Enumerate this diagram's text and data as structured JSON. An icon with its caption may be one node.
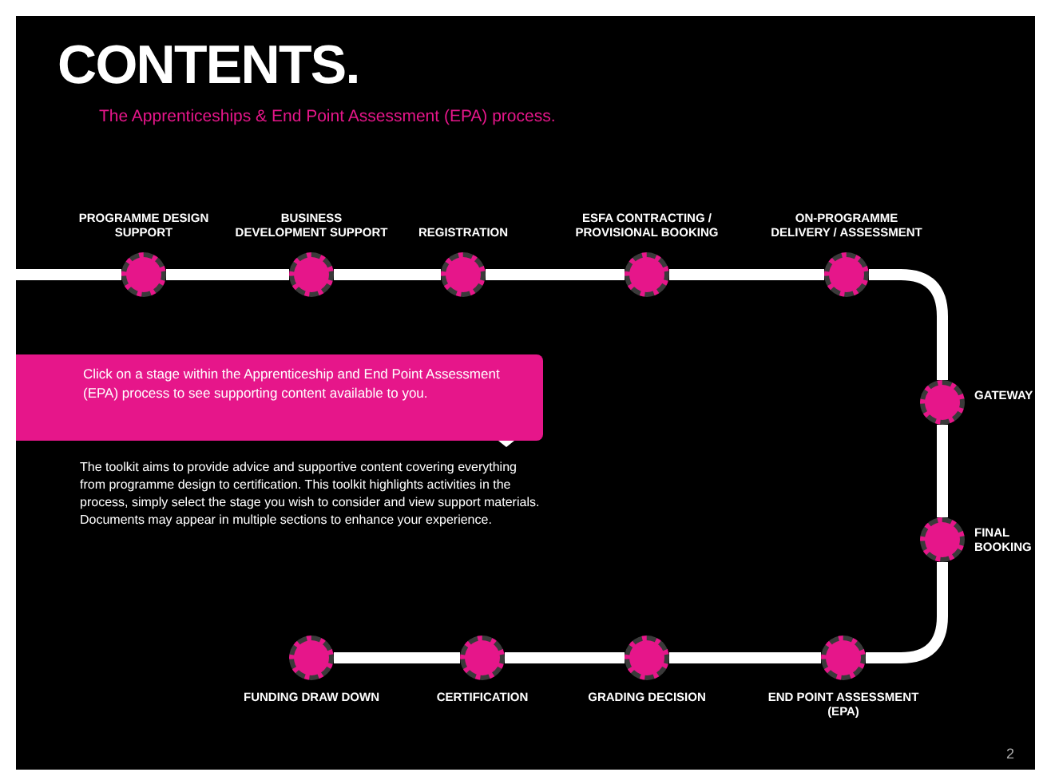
{
  "diagram": {
    "title": "CONTENTS.",
    "nodes": [
      {
        "text": [],
        "shape": "circle",
        "beside": [
          "PROGRAMME DESIGN SUPPORT"
        ]
      },
      {
        "text": [],
        "shape": "circle",
        "beside": [
          "BUSINESS DEVELOPMENT SUPPORT"
        ]
      },
      {
        "text": [],
        "shape": "circle",
        "beside": [
          "REGISTRATION"
        ]
      },
      {
        "text": [],
        "shape": "circle",
        "beside": [
          "ESFA CONTRACTING / PROVISIONAL BOOKING"
        ]
      },
      {
        "text": [],
        "shape": "circle",
        "beside": [
          "ON-PROGRAMME DELIVERY / ASSESSMENT"
        ]
      },
      {
        "text": [],
        "shape": "circle",
        "beside": [
          "GATEWAY"
        ]
      },
      {
        "text": [],
        "shape": "circle",
        "beside": [
          "FINAL BOOKING"
        ]
      },
      {
        "text": [],
        "shape": "circle",
        "beside": [
          "END POINT ASSESSMENT (EPA)"
        ]
      },
      {
        "text": [],
        "shape": "circle",
        "beside": [
          "GRADING DECISION"
        ]
      },
      {
        "text": [],
        "shape": "circle",
        "beside": [
          "CERTIFICATION"
        ]
      },
      {
        "text": [],
        "shape": "circle",
        "beside": [
          "FUNDING DRAW DOWN"
        ]
      }
    ],
    "edges": [
      {
        "from": null,
        "to": 0,
        "arrow": "none"
      },
      {
        "from": 0,
        "to": 1,
        "arrow": "none"
      },
      {
        "from": 1,
        "to": 2,
        "arrow": "none"
      },
      {
        "from": 2,
        "to": 3,
        "arrow": "none"
      },
      {
        "from": 3,
        "to": 4,
        "arrow": "none"
      },
      {
        "from": 4,
        "to": 5,
        "arrow": "none"
      },
      {
        "from": 5,
        "to": 6,
        "arrow": "none"
      },
      {
        "from": 6,
        "to": 7,
        "arrow": "none"
      },
      {
        "from": 7,
        "to": 8,
        "arrow": "none"
      },
      {
        "from": 8,
        "to": 9,
        "arrow": "none"
      },
      {
        "from": 9,
        "to": 10,
        "arrow": "none"
      }
    ],
    "labels": [
      "The Apprenticeships & End Point Assessment (EPA) process.",
      "Click on a stage within the Apprenticeship and End Point Assessment (EPA) process to see supporting content available to you.",
      "The toolkit aims to provide advice and supportive content covering everything from programme design to certification. This toolkit highlights activities in the process, simply select the stage you wish to consider and view support materials. Documents may appear in multiple sections to enhance your experience.",
      "2"
    ]
  }
}
